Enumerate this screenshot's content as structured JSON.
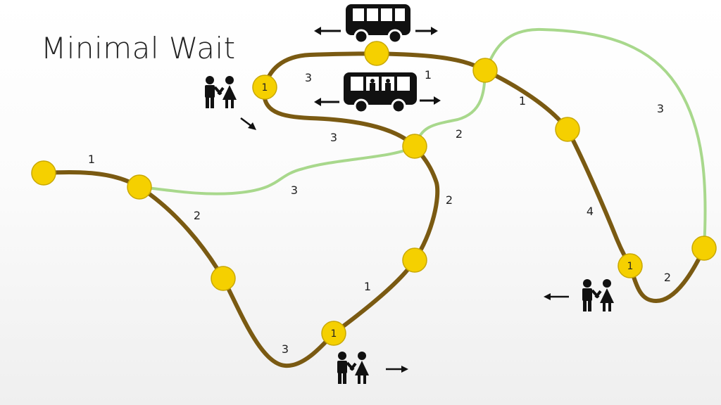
{
  "title": "Minimal Wait",
  "colors": {
    "route": "#7a5a12",
    "alt_route": "#a8d88c",
    "node_fill": "#f5d000",
    "node_stroke": "#c9a800",
    "icon": "#111111"
  },
  "edge_labels": [
    "1",
    "2",
    "3",
    "3",
    "3",
    "1",
    "1",
    "2",
    "2",
    "1",
    "3",
    "4",
    "3",
    "2"
  ],
  "node_labels": [
    "1",
    "1",
    "1"
  ],
  "icons": [
    "bus-icon",
    "bus-with-passengers-icon",
    "couple-icon",
    "arrow-icon"
  ]
}
